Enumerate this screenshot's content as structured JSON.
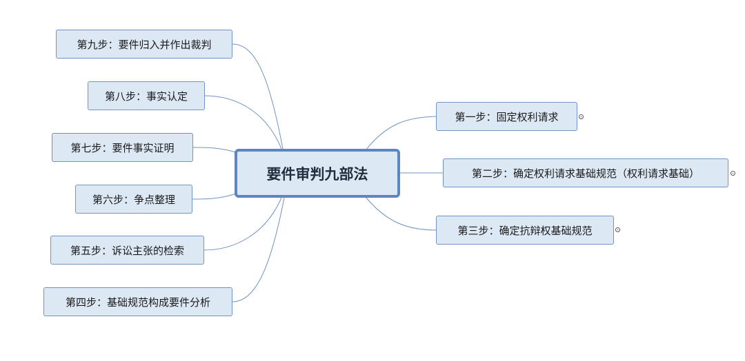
{
  "root": {
    "label": "要件审判九部法"
  },
  "right_branches": [
    {
      "label": "第一步：固定权利请求",
      "collapsed": true
    },
    {
      "label": "第二步：确定权利请求基础规范（权利请求基础）",
      "collapsed": true
    },
    {
      "label": "第三步：确定抗辩权基础规范",
      "collapsed": true
    }
  ],
  "left_branches": [
    {
      "label": "第九步：要件归入并作出裁判"
    },
    {
      "label": "第八步：事实认定"
    },
    {
      "label": "第七步：要件事实证明"
    },
    {
      "label": "第六步：争点整理"
    },
    {
      "label": "第五步：诉讼主张的检索"
    },
    {
      "label": "第四步：基础规范构成要件分析"
    }
  ],
  "colors": {
    "connector": "#6f93c4",
    "node_fill": "#dde8f5",
    "node_border": "#6f93c4",
    "root_border": "#5b86c4"
  }
}
